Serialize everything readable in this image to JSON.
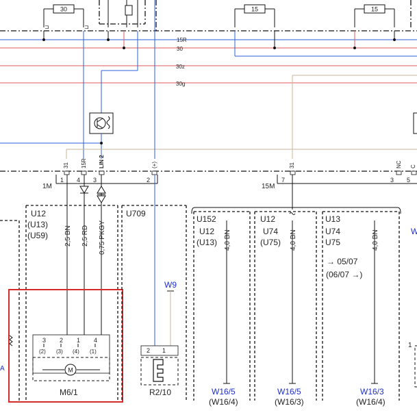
{
  "colors": {
    "red_wire": "#e0585a",
    "blue_wire": "#2b5fd9",
    "tan_wire": "#c8b49a",
    "highlight": "#d62b2b",
    "black": "#111111"
  },
  "fuses": [
    "30",
    "15",
    "15"
  ],
  "bus_lines": [
    "15R",
    "30",
    "30z",
    "30g"
  ],
  "connectors": {
    "left_group": {
      "name": "1M",
      "pins": [
        "1",
        "4",
        "3",
        "2"
      ],
      "labels": [
        "31",
        "15R",
        "LIN 2",
        "(+)"
      ]
    },
    "right_group": {
      "name": "15M",
      "pins": [
        "7",
        "3",
        "5"
      ],
      "labels": [
        "31",
        "NC",
        "C"
      ]
    }
  },
  "modules": {
    "m6": {
      "variants": [
        "U12",
        "(U13)",
        "(U59)"
      ],
      "wires": [
        "2,5 BN",
        "2,5 RD",
        "0,75 PKGY"
      ],
      "pins_top": [
        "3",
        "2",
        "1",
        "4"
      ],
      "pins_bottom": [
        "(2)",
        "(3)",
        "(4)",
        "(1)"
      ],
      "motor_symbol": "M",
      "name": "M6/1"
    },
    "r2": {
      "variant": "U709",
      "ground": "W9",
      "pins": [
        "2",
        "1"
      ],
      "name": "R2/10"
    },
    "g1": {
      "variants": [
        "U152",
        "U12",
        "(U13)"
      ],
      "wire": "4,0 BN",
      "ground": "W16/5",
      "ground_alt": "(W16/4)"
    },
    "g2": {
      "variants": [
        "U12",
        "U74",
        "(U75)"
      ],
      "wire": "4,0 BN",
      "ground": "W16/5",
      "ground_alt": "(W16/3)"
    },
    "g3": {
      "variants": [
        "U13",
        "U74",
        "U75"
      ],
      "date_1": "→ 05/07",
      "date_2": "(06/07 →)",
      "wire": "4,0 BN",
      "ground": "W16/3",
      "ground_alt": "(W16/4)"
    }
  },
  "edge_labels": {
    "right_w": "W",
    "right_1": "1",
    "left_a": "A"
  }
}
